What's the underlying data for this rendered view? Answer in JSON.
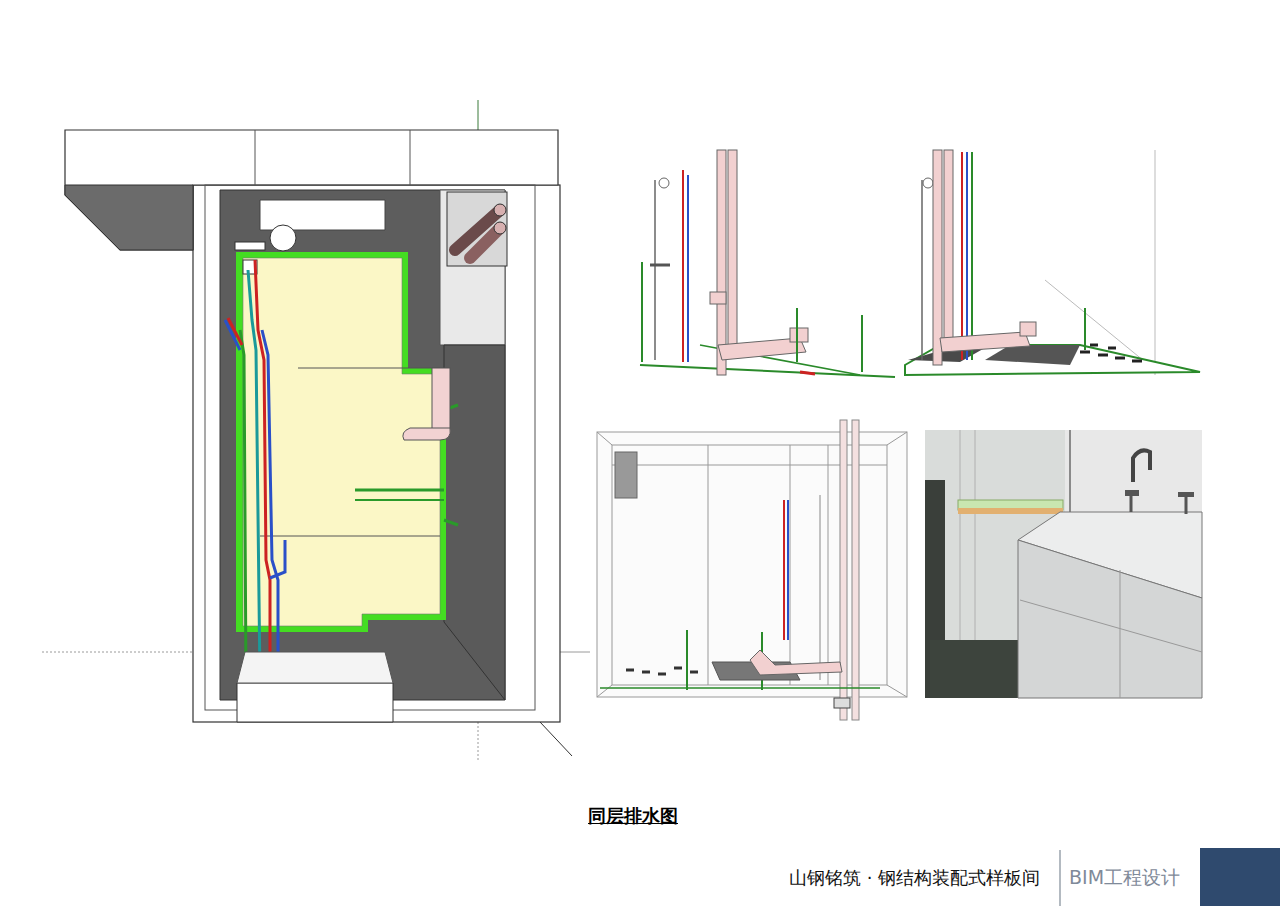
{
  "diagram": {
    "title": "同层排水图",
    "labels": [
      "山钢铭筑 · 钢结构装配式样板间",
      "BIM工程设计"
    ]
  }
}
